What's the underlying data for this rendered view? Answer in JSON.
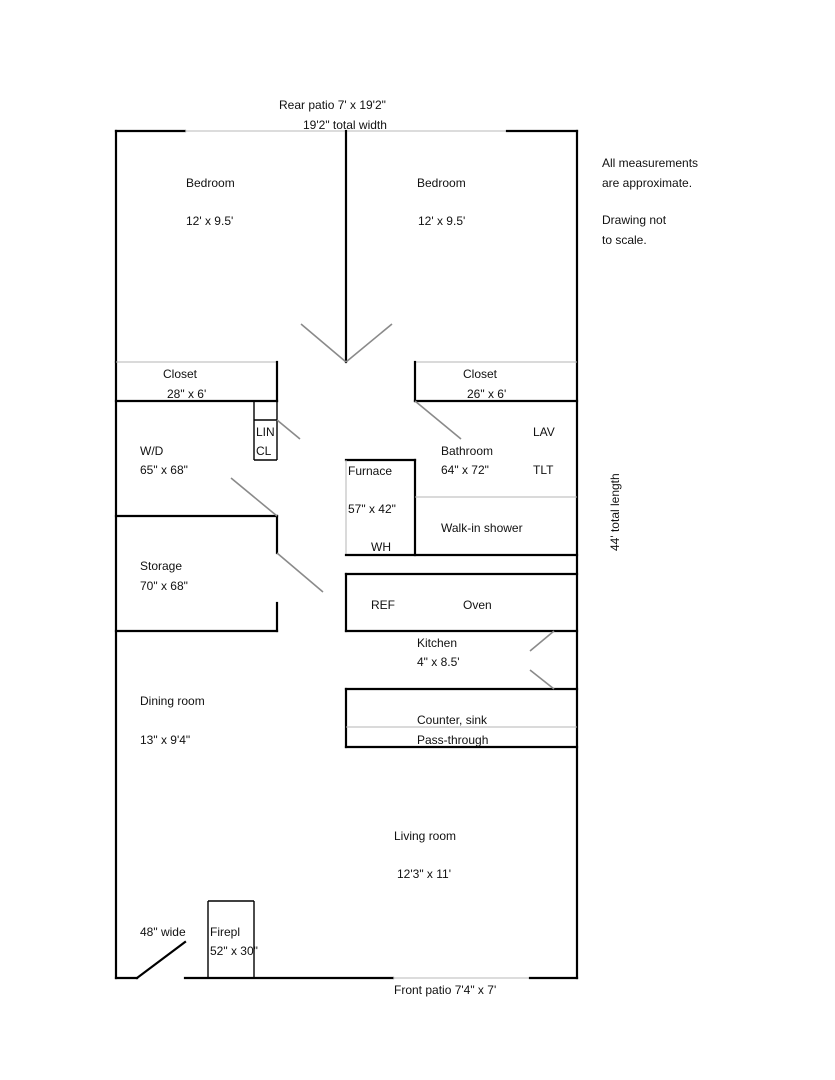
{
  "header": {
    "rear_patio": "Rear patio 7' x 19'2\"",
    "total_width": "19'2\" total width"
  },
  "notes": {
    "line1": "All measurements",
    "line2": "are approximate.",
    "line3": "Drawing not",
    "line4": "to scale."
  },
  "side": {
    "total_length": "44' total length"
  },
  "rooms": {
    "bedroom_left": {
      "name": "Bedroom",
      "size": "12' x 9.5'"
    },
    "bedroom_right": {
      "name": "Bedroom",
      "size": "12' x 9.5'"
    },
    "closet_left": {
      "name": "Closet",
      "size": "28\" x 6'"
    },
    "closet_right": {
      "name": "Closet",
      "size": "26\" x 6'"
    },
    "linen": {
      "line1": "LIN",
      "line2": "CL"
    },
    "wd": {
      "name": "W/D",
      "size": "65\" x 68\""
    },
    "furnace": {
      "name": "Furnace",
      "size": "57\" x 42\"",
      "wh": "WH"
    },
    "bathroom": {
      "name": "Bathroom",
      "size": "64\" x 72\"",
      "lav": "LAV",
      "tlt": "TLT",
      "shower": "Walk-in shower"
    },
    "storage": {
      "name": "Storage",
      "size": "70\" x 68\""
    },
    "kitchen": {
      "name": "Kitchen",
      "size": "4\" x 8.5'",
      "ref": "REF",
      "oven": "Oven",
      "counter": "Counter, sink",
      "pass": "Pass-through"
    },
    "dining": {
      "name": "Dining room",
      "size": "13\" x 9'4\""
    },
    "living": {
      "name": "Living room",
      "size": "12'3\" x 11'"
    },
    "fireplace": {
      "name": "Firepl",
      "size": "52\" x 30\""
    },
    "entry": {
      "width": "48\" wide"
    }
  },
  "footer": {
    "front_patio": "Front patio 7'4\" x 7'"
  }
}
